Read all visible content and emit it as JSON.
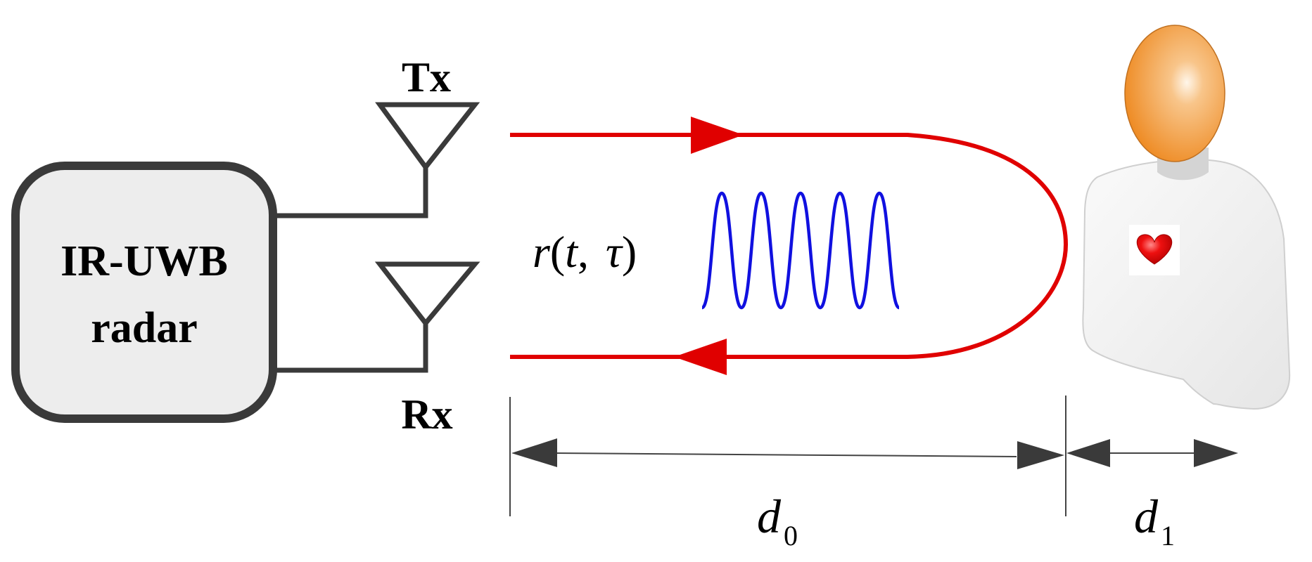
{
  "radar": {
    "line1": "IR-UWB",
    "line2": "radar"
  },
  "antennas": {
    "tx_label": "Tx",
    "rx_label": "Rx"
  },
  "signal": {
    "func": "r",
    "open": "(",
    "t": "t",
    "comma": ",",
    "tau": "τ",
    "close": ")"
  },
  "distances": {
    "d0": {
      "base": "d",
      "sub": "0"
    },
    "d1": {
      "base": "d",
      "sub": "1"
    }
  },
  "colors": {
    "path": "#e00000",
    "pulse": "#1010e0",
    "outline": "#3a3a3a",
    "head": "#f0942e",
    "body": "#f0f0f0",
    "heart": "#e00000"
  },
  "icons": {
    "person": "person-icon",
    "heart": "heart-icon"
  }
}
